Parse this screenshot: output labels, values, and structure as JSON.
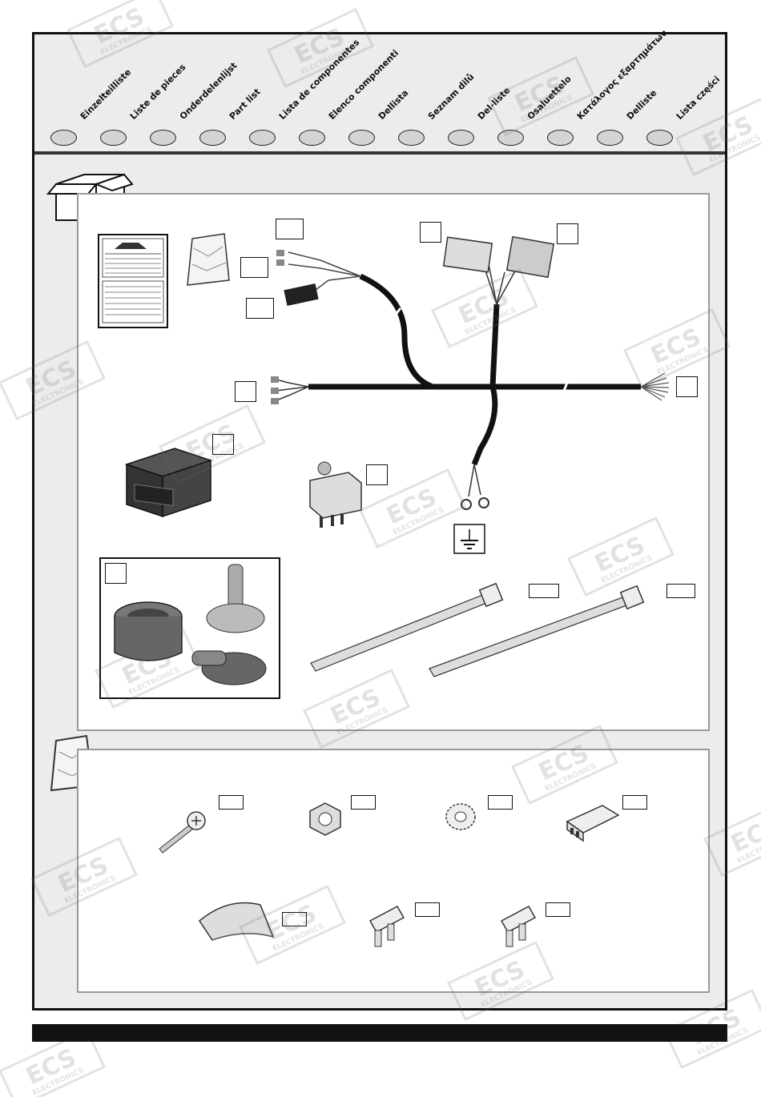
{
  "header": {
    "languages": [
      "Einzelteilliste",
      "Liste de pieces",
      "Onderdelenlijst",
      "Part list",
      "Lista de componentes",
      "Elenco componenti",
      "Dellista",
      "Seznam dilů",
      "Del-liste",
      "Osaluettelo",
      "Κατάλογος εξαρτημάτων",
      "Delliste",
      "Lista części"
    ]
  },
  "watermark": {
    "logo_text": "ECS",
    "logo_subtext": "ELECTRONICS"
  },
  "icons": {
    "box": "box-icon",
    "bag": "bag-icon",
    "ground": "ground-symbol-icon"
  },
  "colors": {
    "frame": "#111111",
    "panel_border": "#9a9a9a",
    "background": "#ececec",
    "wire": "#111111"
  }
}
